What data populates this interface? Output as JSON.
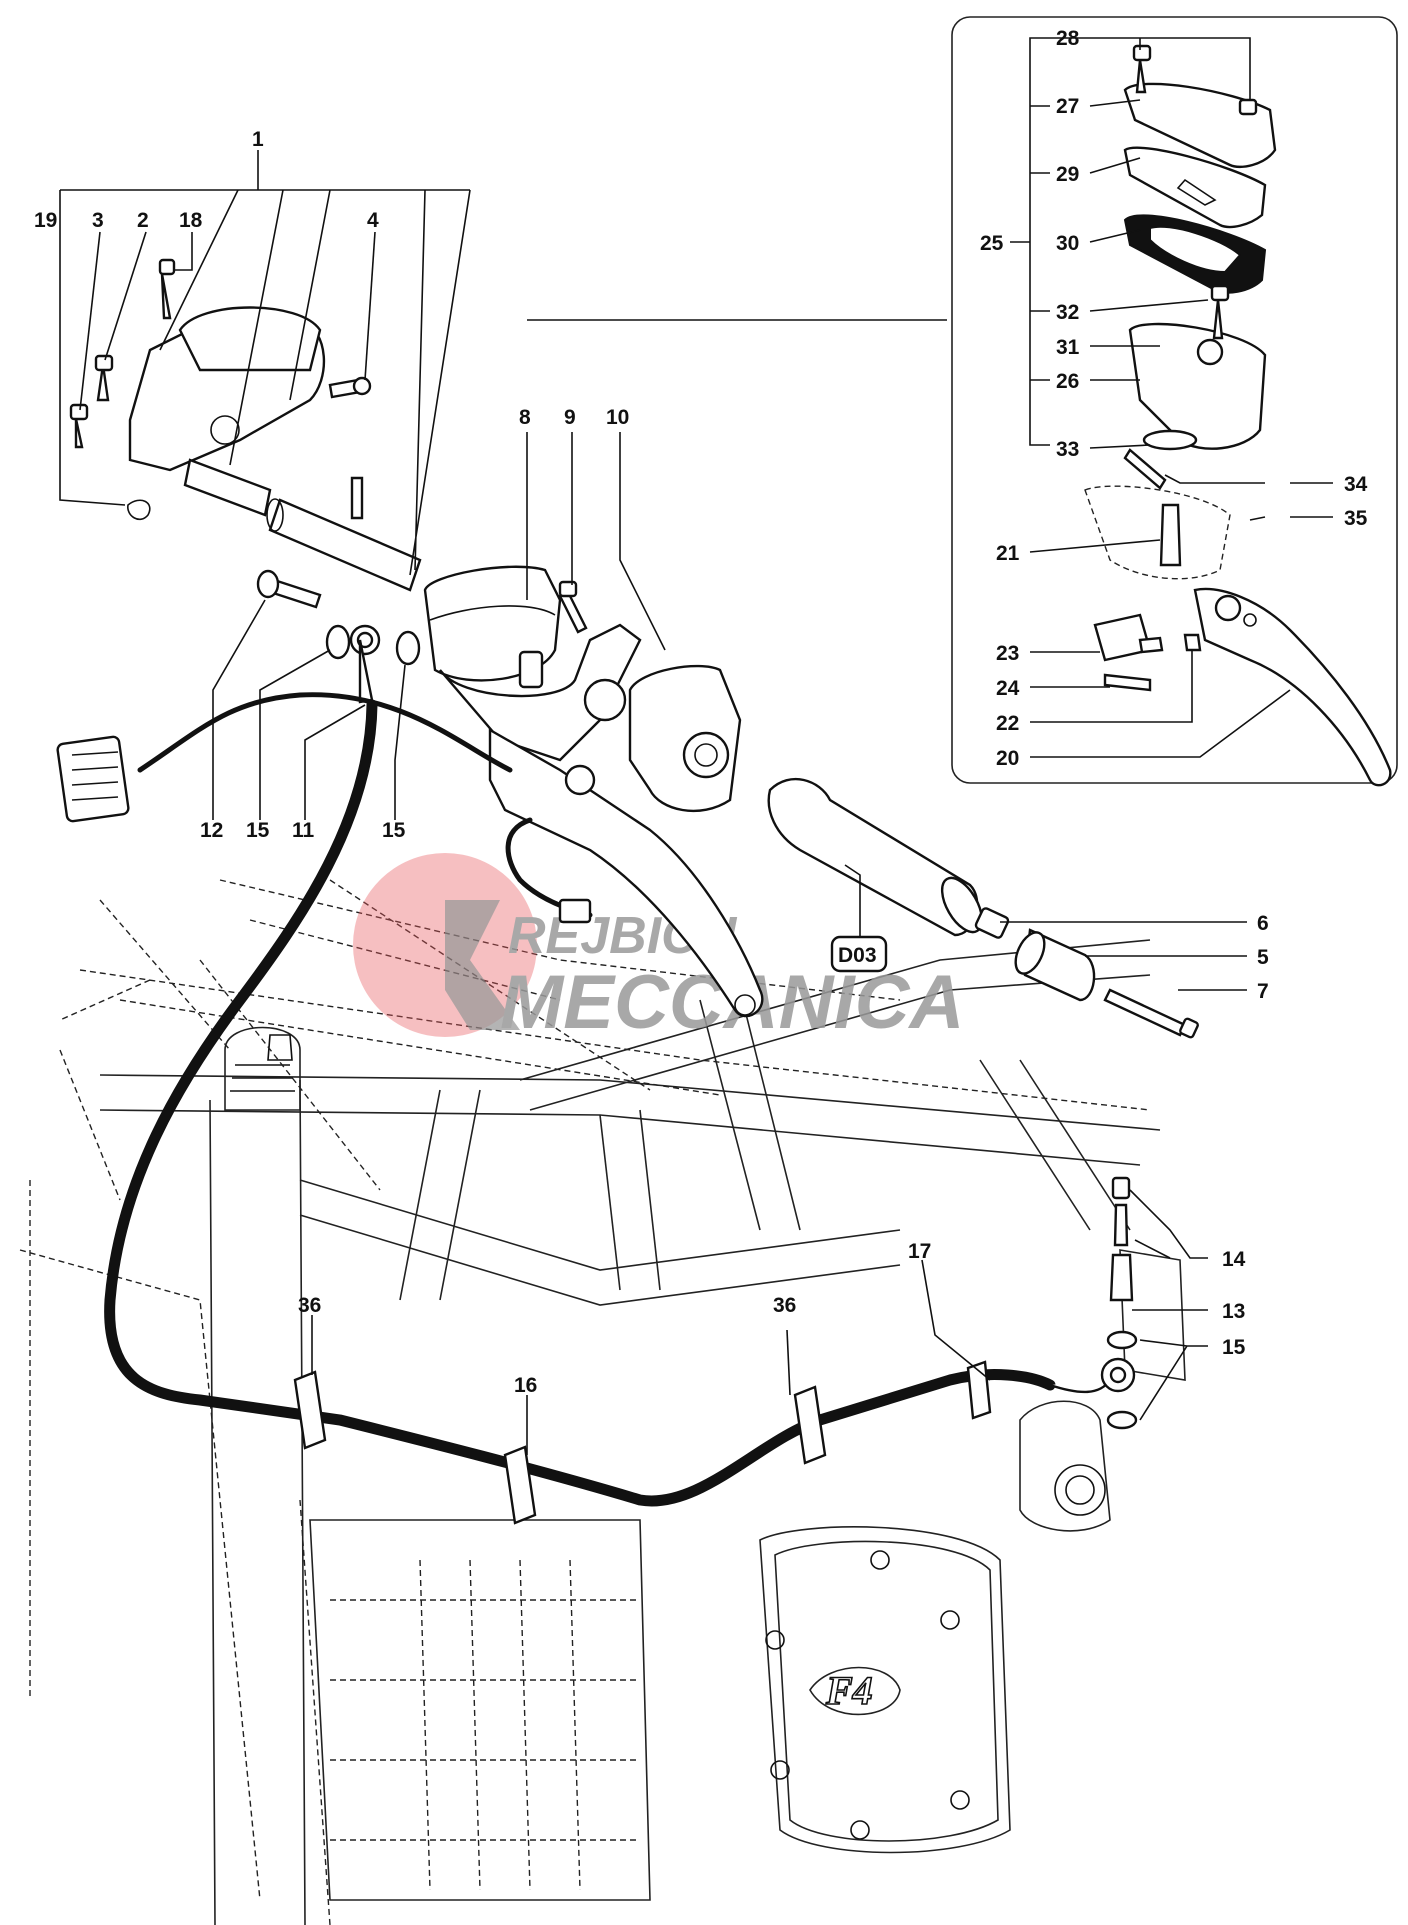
{
  "diagram": {
    "callouts": [
      "1",
      "2",
      "3",
      "4",
      "5",
      "6",
      "7",
      "8",
      "9",
      "10",
      "11",
      "12",
      "13",
      "14",
      "15",
      "16",
      "17",
      "18",
      "19",
      "20",
      "21",
      "22",
      "23",
      "24",
      "25",
      "26",
      "27",
      "28",
      "29",
      "30",
      "31",
      "32",
      "33",
      "34",
      "35",
      "36"
    ],
    "reference_badge": "D03",
    "engine_logo": "F4"
  },
  "watermark": {
    "line1": "REJBICH",
    "line2": "MECCANICA",
    "accent_color": "#e8585e",
    "text_color": "#9a9a9a"
  }
}
